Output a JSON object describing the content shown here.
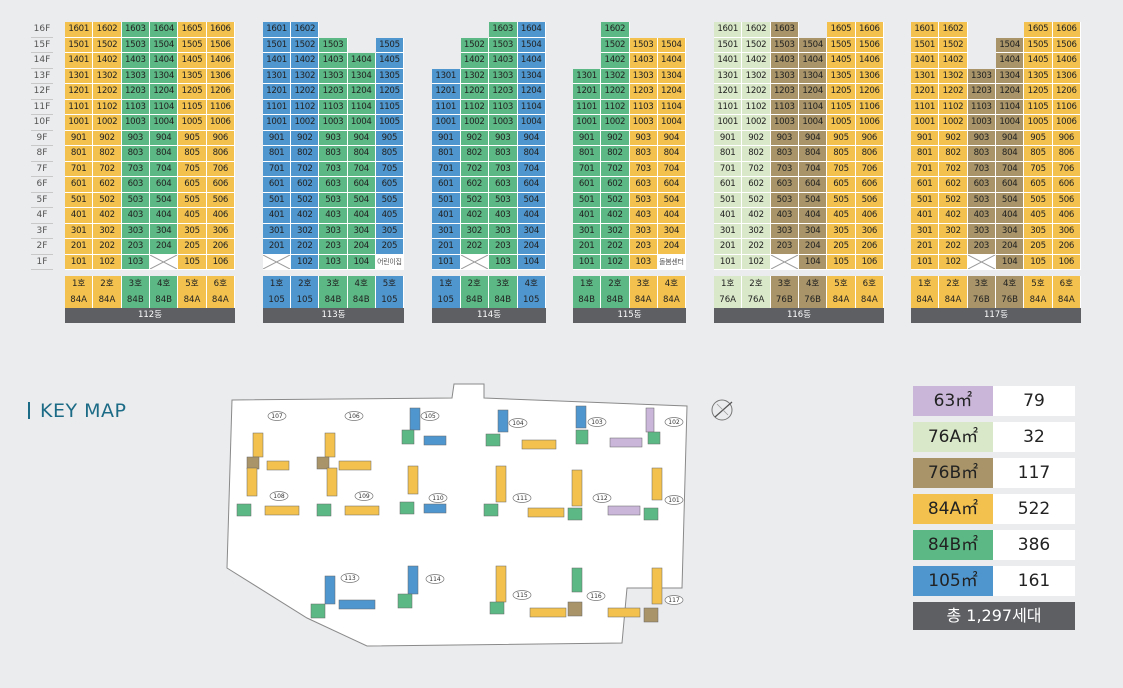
{
  "floors": [
    "16F",
    "15F",
    "14F",
    "13F",
    "12F",
    "11F",
    "10F",
    "9F",
    "8F",
    "7F",
    "6F",
    "5F",
    "4F",
    "3F",
    "2F",
    "1F"
  ],
  "palette": {
    "c63": "#c9b6d8",
    "c76a": "#d9e8c8",
    "c76b": "#a89468",
    "c84a": "#f2c14e",
    "c84b": "#5cb884",
    "c105": "#4f96cf"
  },
  "buildings": [
    {
      "name": "112동",
      "lines": [
        1,
        2,
        3,
        4,
        5,
        6
      ],
      "top": [
        16,
        16,
        16,
        16,
        16,
        16
      ],
      "colors": [
        "c84a",
        "c84a",
        "c84b",
        "c84b",
        "c84a",
        "c84a"
      ],
      "units": [
        "1호",
        "2호",
        "3호",
        "4호",
        "5호",
        "6호"
      ],
      "types": [
        "84A",
        "84A",
        "84B",
        "84B",
        "84A",
        "84A"
      ],
      "special": {
        "3": "x"
      }
    },
    {
      "name": "113동",
      "lines": [
        1,
        2,
        3,
        4,
        5
      ],
      "top": [
        16,
        16,
        15,
        14,
        15
      ],
      "colors": [
        "c105",
        "c105",
        "c84b",
        "c84b",
        "c105"
      ],
      "units": [
        "1호",
        "2호",
        "3호",
        "4호",
        "5호"
      ],
      "types": [
        "105",
        "105",
        "84B",
        "84B",
        "105"
      ],
      "special": {
        "0": "x",
        "4": "어린이집"
      }
    },
    {
      "name": "114동",
      "lines": [
        1,
        2,
        3,
        4
      ],
      "top": [
        13,
        15,
        16,
        16
      ],
      "colors": [
        "c105",
        "c84b",
        "c84b",
        "c105"
      ],
      "units": [
        "1호",
        "2호",
        "3호",
        "4호"
      ],
      "types": [
        "105",
        "84B",
        "84B",
        "105"
      ],
      "special": {
        "1": "x"
      }
    },
    {
      "name": "115동",
      "lines": [
        1,
        2,
        3,
        4
      ],
      "top": [
        13,
        16,
        15,
        15
      ],
      "colors": [
        "c84b",
        "c84b",
        "c84a",
        "c84a"
      ],
      "units": [
        "1호",
        "2호",
        "3호",
        "4호"
      ],
      "types": [
        "84B",
        "84B",
        "84A",
        "84A"
      ],
      "special": {
        "3": "돌봄센터"
      }
    },
    {
      "name": "116동",
      "lines": [
        1,
        2,
        3,
        4,
        5,
        6
      ],
      "top": [
        16,
        16,
        16,
        15,
        16,
        16
      ],
      "colors": [
        "c76a",
        "c76a",
        "c76b",
        "c76b",
        "c84a",
        "c84a"
      ],
      "units": [
        "1호",
        "2호",
        "3호",
        "4호",
        "5호",
        "6호"
      ],
      "types": [
        "76A",
        "76A",
        "76B",
        "76B",
        "84A",
        "84A"
      ],
      "special": {
        "2": "x"
      }
    },
    {
      "name": "117동",
      "lines": [
        1,
        2,
        3,
        4,
        5,
        6
      ],
      "top": [
        16,
        16,
        13,
        15,
        16,
        16
      ],
      "colors": [
        "c84a",
        "c84a",
        "c76b",
        "c76b",
        "c84a",
        "c84a"
      ],
      "units": [
        "1호",
        "2호",
        "3호",
        "4호",
        "5호",
        "6호"
      ],
      "types": [
        "84A",
        "84A",
        "76B",
        "76B",
        "84A",
        "84A"
      ],
      "special": {
        "2": "x"
      }
    }
  ],
  "keymap": {
    "title": "KEY MAP"
  },
  "site_labels": [
    "107",
    "106",
    "105",
    "104",
    "103",
    "102",
    "108",
    "109",
    "110",
    "111",
    "112",
    "101",
    "113",
    "114",
    "115",
    "116",
    "117"
  ],
  "legend": {
    "items": [
      {
        "type": "63㎡",
        "count": "79",
        "color": "#c9b6d8"
      },
      {
        "type": "76A㎡",
        "count": "32",
        "color": "#d9e8c8"
      },
      {
        "type": "76B㎡",
        "count": "117",
        "color": "#a89468"
      },
      {
        "type": "84A㎡",
        "count": "522",
        "color": "#f2c14e"
      },
      {
        "type": "84B㎡",
        "count": "386",
        "color": "#5cb884"
      },
      {
        "type": "105㎡",
        "count": "161",
        "color": "#4f96cf"
      }
    ],
    "total": "총 1,297세대"
  }
}
